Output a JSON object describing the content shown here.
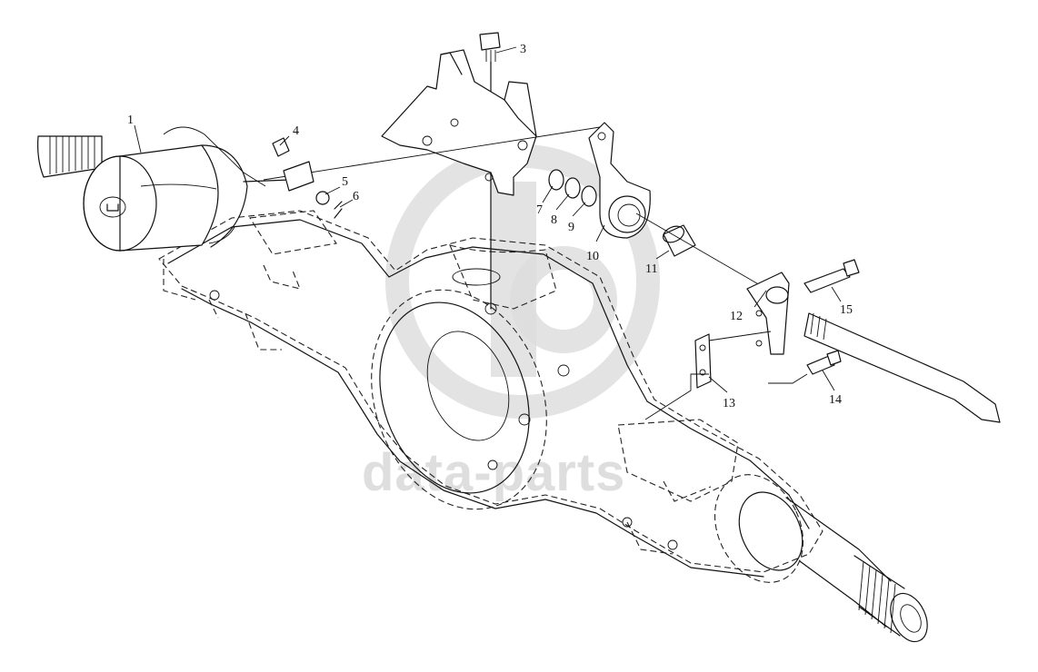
{
  "diagram": {
    "type": "exploded-parts-diagram",
    "watermark": {
      "text": "data-parts",
      "color": "#d9d9d9"
    },
    "callouts": [
      {
        "id": "1",
        "label": "1"
      },
      {
        "id": "3",
        "label": "3"
      },
      {
        "id": "4",
        "label": "4"
      },
      {
        "id": "5",
        "label": "5"
      },
      {
        "id": "6",
        "label": "6"
      },
      {
        "id": "7",
        "label": "7"
      },
      {
        "id": "8",
        "label": "8"
      },
      {
        "id": "9",
        "label": "9"
      },
      {
        "id": "10",
        "label": "10"
      },
      {
        "id": "11",
        "label": "11"
      },
      {
        "id": "12",
        "label": "12"
      },
      {
        "id": "13",
        "label": "13"
      },
      {
        "id": "14",
        "label": "14"
      },
      {
        "id": "15",
        "label": "15"
      }
    ]
  }
}
